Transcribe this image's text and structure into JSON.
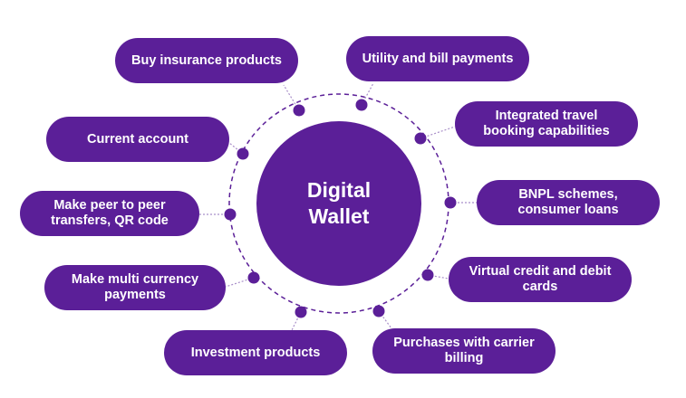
{
  "center": {
    "label": "Digital\nWallet"
  },
  "features": [
    {
      "id": "buy-insurance",
      "label": "Buy insurance products"
    },
    {
      "id": "utility-bill",
      "label": "Utility and bill payments"
    },
    {
      "id": "current-account",
      "label": "Current account"
    },
    {
      "id": "travel-booking",
      "label": "Integrated travel\nbooking capabilities"
    },
    {
      "id": "peer-transfers",
      "label": "Make peer to peer\ntransfers, QR code"
    },
    {
      "id": "bnpl",
      "label": "BNPL schemes,\nconsumer loans"
    },
    {
      "id": "multi-currency",
      "label": "Make multi currency\npayments"
    },
    {
      "id": "virtual-cards",
      "label": "Virtual credit and debit\ncards"
    },
    {
      "id": "investment",
      "label": "Investment products"
    },
    {
      "id": "carrier-billing",
      "label": "Purchases with carrier\nbilling"
    }
  ],
  "colors": {
    "primary": "#5b1f98",
    "connector": "#a98fc9",
    "text": "#ffffff"
  }
}
